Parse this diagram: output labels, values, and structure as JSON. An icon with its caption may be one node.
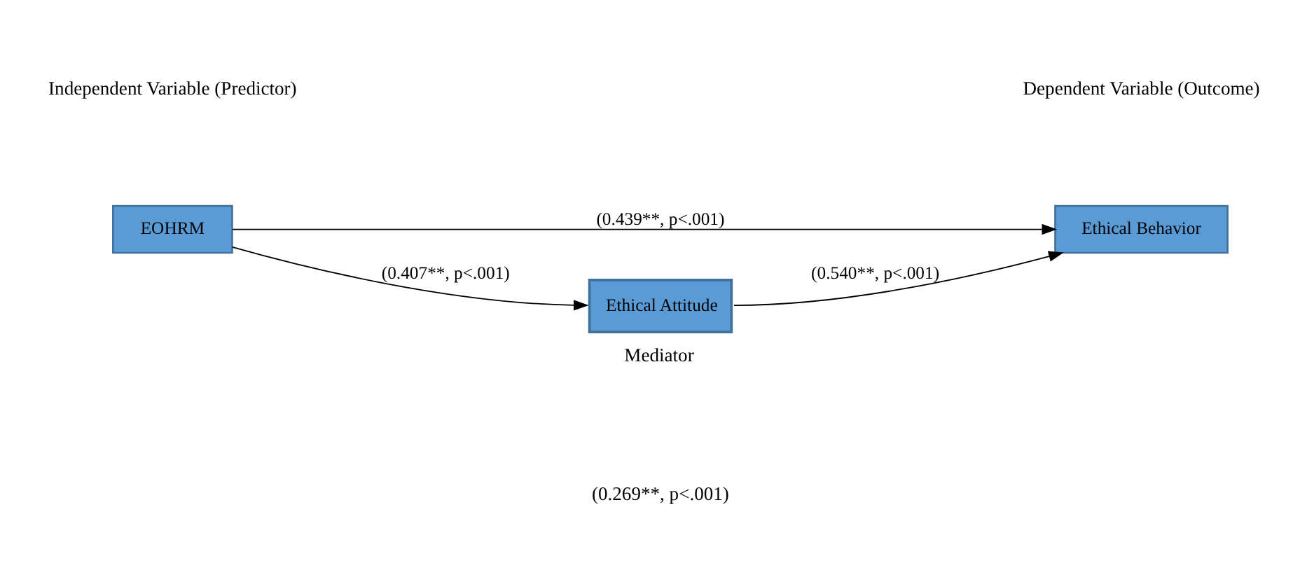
{
  "diagram": {
    "nodes": [
      {
        "text": [
          "EOHRM"
        ]
      },
      {
        "text": [
          "Ethical Behavior"
        ]
      },
      {
        "text": [
          "Ethical Attitude"
        ],
        "beside": [
          "Mediator"
        ]
      }
    ],
    "edges": [
      {
        "from": 0,
        "to": 1,
        "arrow": "to",
        "label": "(0.439**, p<.001)"
      },
      {
        "from": 0,
        "to": 2,
        "arrow": "to",
        "label": "(0.407**, p<.001)"
      },
      {
        "from": 2,
        "to": 1,
        "arrow": "to",
        "label": "(0.540**, p<.001)"
      }
    ],
    "labels": [
      "Independent Variable (Predictor)",
      "Dependent Variable (Outcome)",
      "(0.269**, p<.001)"
    ]
  }
}
